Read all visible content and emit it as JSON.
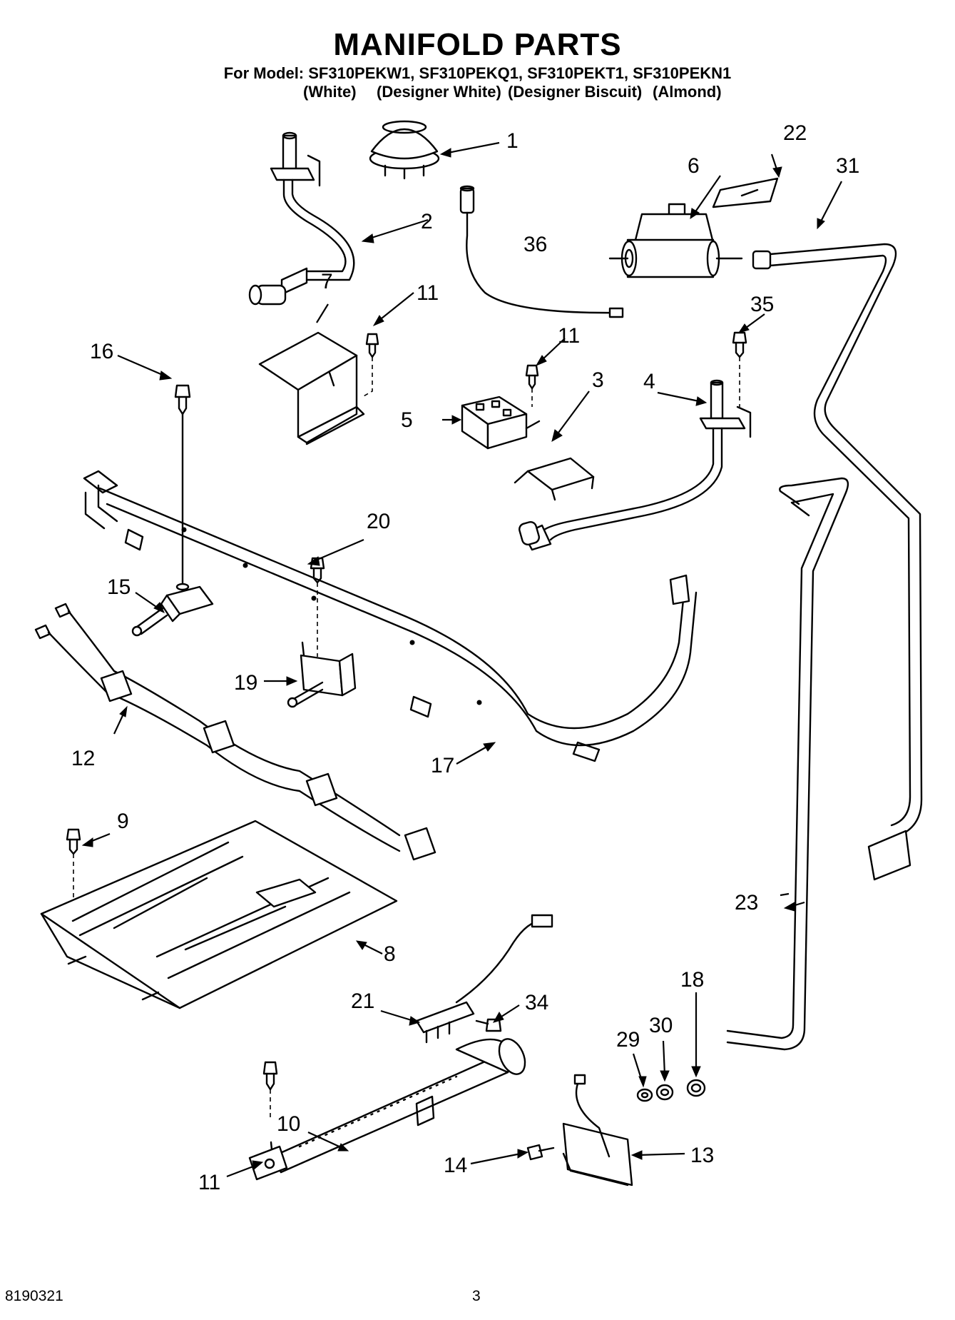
{
  "header": {
    "title": "MANIFOLD PARTS",
    "model_line": "For Model: SF310PEKW1, SF310PEKQ1, SF310PEKT1, SF310PEKN1",
    "variants": [
      "(White)",
      "(Designer White)",
      "(Designer Biscuit)",
      "(Almond)"
    ]
  },
  "callouts": {
    "c1": "1",
    "c2": "2",
    "c3": "3",
    "c4": "4",
    "c5": "5",
    "c6": "6",
    "c7": "7",
    "c8": "8",
    "c9": "9",
    "c10": "10",
    "c11a": "11",
    "c11b": "11",
    "c11c": "11",
    "c12": "12",
    "c13": "13",
    "c14": "14",
    "c15": "15",
    "c16": "16",
    "c17": "17",
    "c18": "18",
    "c19": "19",
    "c20": "20",
    "c21": "21",
    "c22": "22",
    "c23": "23",
    "c29": "29",
    "c30": "30",
    "c31": "31",
    "c34": "34",
    "c35": "35",
    "c36": "36"
  },
  "footer": {
    "doc_number": "8190321",
    "page_number": "3"
  }
}
